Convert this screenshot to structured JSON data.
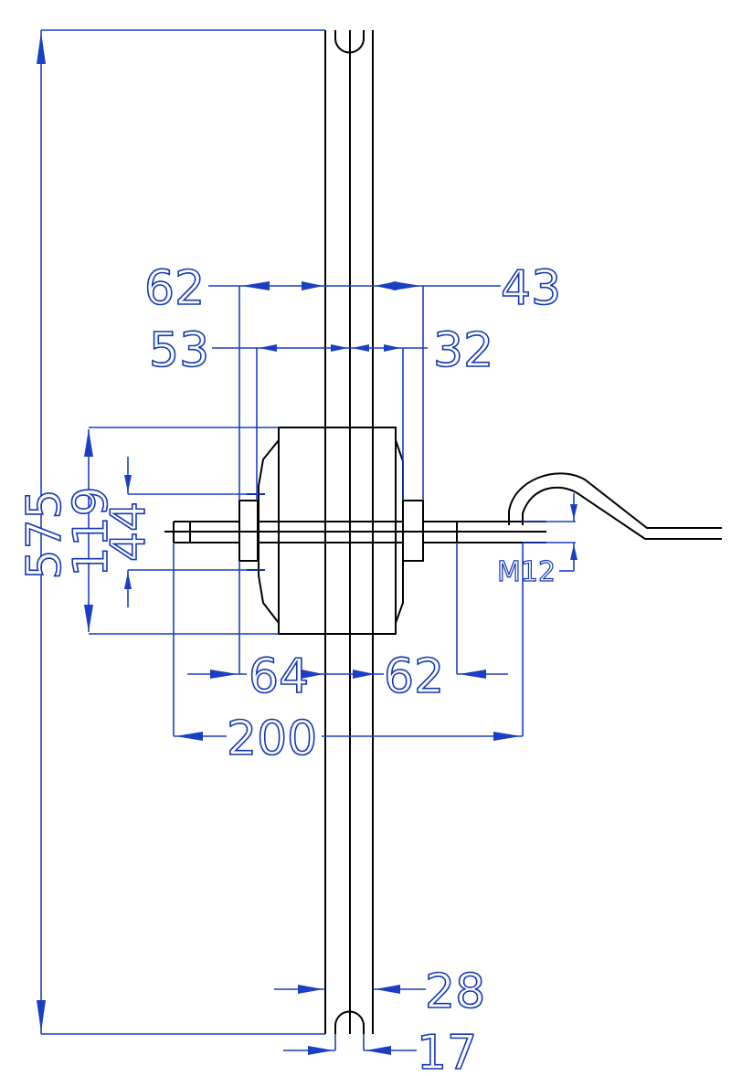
{
  "dimensions": {
    "overall_height": "575",
    "left_62": "62",
    "right_43": "43",
    "left_53": "53",
    "right_32": "32",
    "housing_119": "119",
    "shaft_44": "44",
    "thread": "M12",
    "bottom_64": "64",
    "bottom_62": "62",
    "total_200": "200",
    "rim_28": "28",
    "rim_17": "17"
  }
}
